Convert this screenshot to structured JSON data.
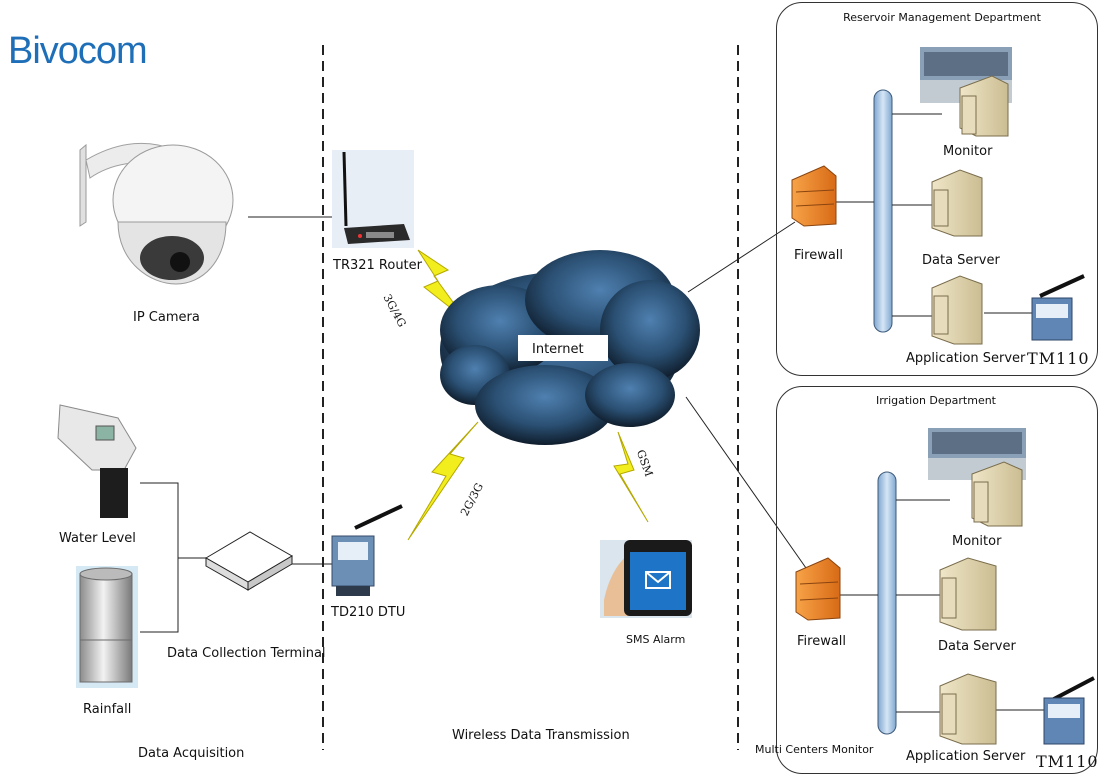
{
  "brand": {
    "logo_text": "Bivocom"
  },
  "sections": {
    "data_acquisition": "Data Acquisition",
    "wireless": "Wireless Data Transmission",
    "multi_centers": "Multi Centers Monitor"
  },
  "devices": {
    "ip_camera": "IP Camera",
    "water_level": "Water Level",
    "rainfall": "Rainfall",
    "collection_terminal": "Data Collection Terminal",
    "router": "TR321 Router",
    "dtu": "TD210 DTU",
    "internet": "Internet",
    "sms_alarm": "SMS Alarm"
  },
  "links": {
    "router_link": "3G/4G",
    "dtu_link": "2G/3G",
    "sms_link": "GSM"
  },
  "reservoir": {
    "title": "Reservoir Management Department",
    "firewall": "Firewall",
    "monitor": "Monitor",
    "data_server": "Data Server",
    "app_server": "Application Server",
    "modem": "TM110"
  },
  "irrigation": {
    "title": "Irrigation Department",
    "firewall": "Firewall",
    "monitor": "Monitor",
    "data_server": "Data Server",
    "app_server": "Application Server",
    "modem": "TM110"
  },
  "colors": {
    "logo": "#1f6fb8",
    "cloud": "#2a4f72",
    "lightning": "#f2ee1e",
    "firewall": "#f08c2c",
    "bus": "#aac8e6"
  }
}
